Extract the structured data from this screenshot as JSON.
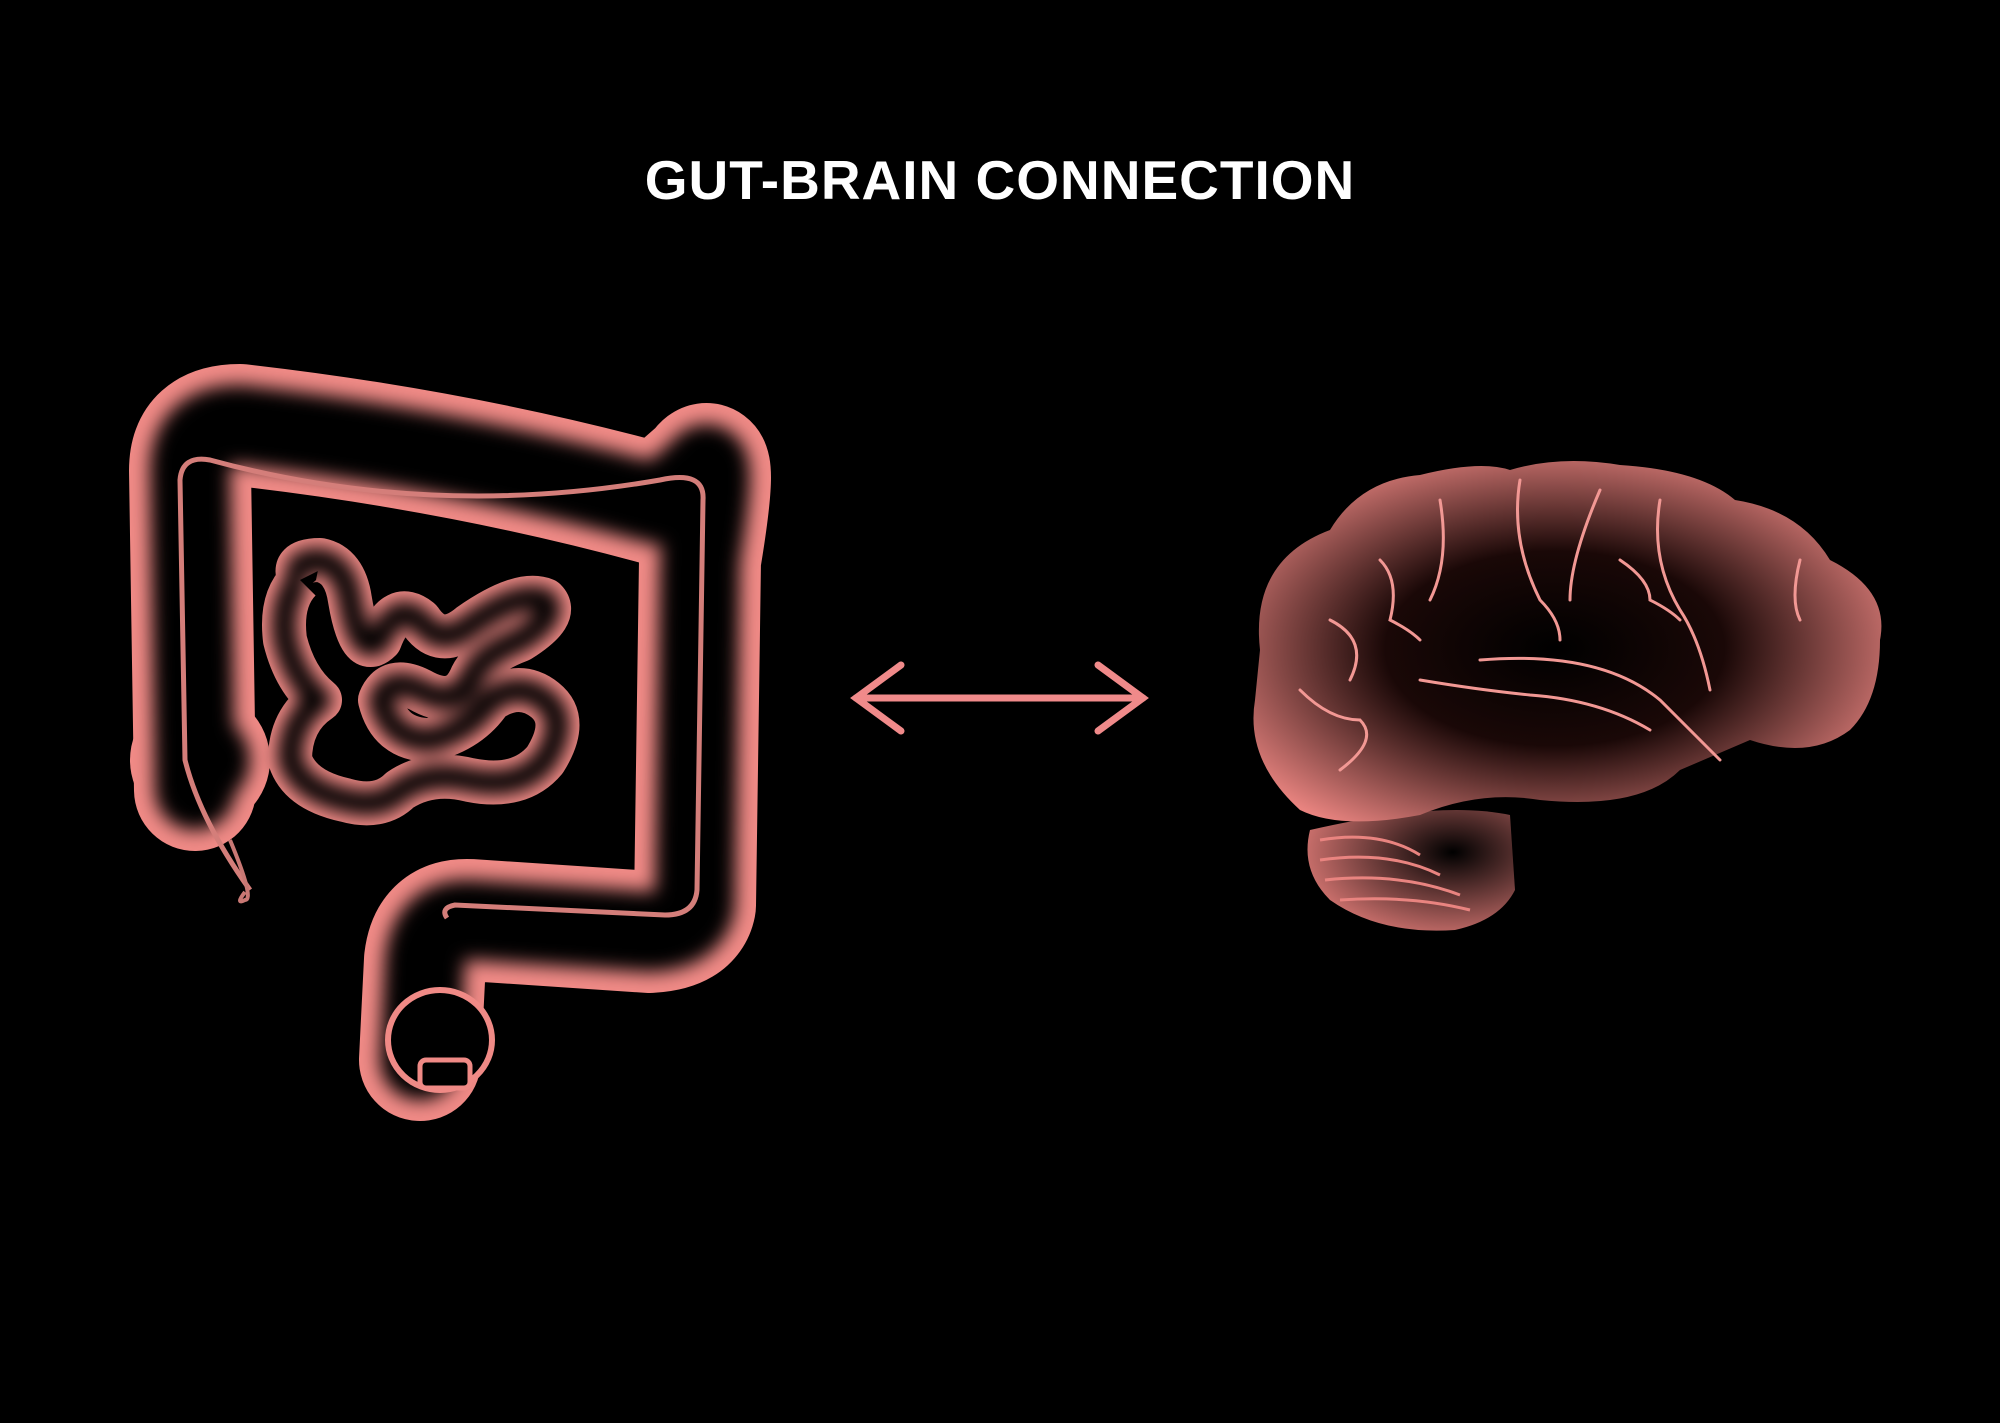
{
  "title": "GUT-BRAIN CONNECTION",
  "colors": {
    "background": "#000000",
    "organ_glow": "#f08a86",
    "arrow": "#f08a8a",
    "title": "#ffffff"
  },
  "figures": {
    "left": {
      "label": "intestines",
      "icon": "intestines-icon"
    },
    "center": {
      "label": "bidirectional arrow",
      "icon": "double-arrow-icon"
    },
    "right": {
      "label": "brain",
      "icon": "brain-icon"
    }
  }
}
